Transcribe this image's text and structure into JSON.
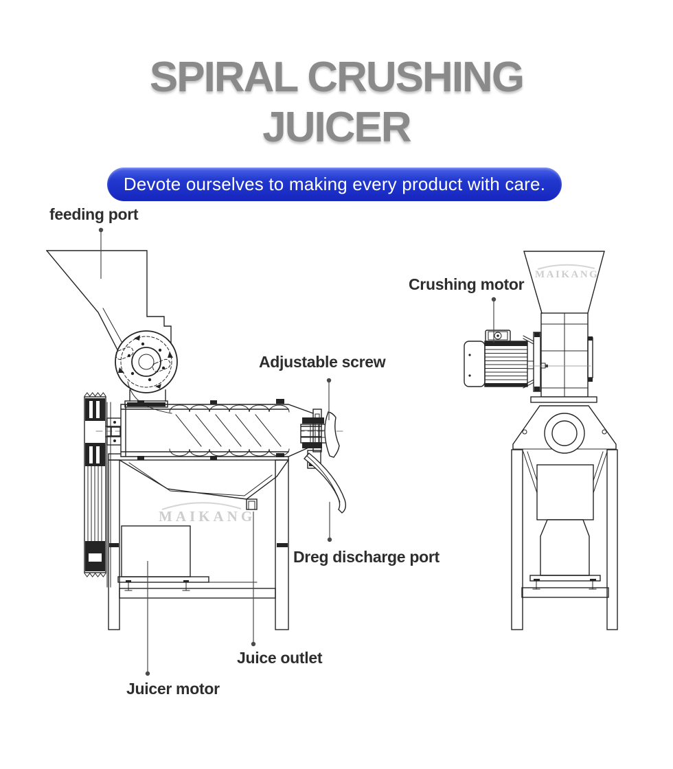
{
  "page": {
    "background": "#ffffff"
  },
  "header": {
    "title_line1": "SPIRAL CRUSHING",
    "title_line2": "JUICER",
    "title_color": "#8a8a8a",
    "banner_text": "Devote ourselves to making every product with care.",
    "banner_color": "#1b2cc3",
    "banner_text_color": "#ffffff"
  },
  "diagram": {
    "watermark": "MAIKANG",
    "line_color": "#242424",
    "leader_color": "#4a4a4a",
    "watermark_color": "#cdcdcd",
    "label_color": "#2d2d2d",
    "labels": [
      {
        "id": "feeding-port",
        "text": "feeding port"
      },
      {
        "id": "crushing-motor",
        "text": "Crushing motor"
      },
      {
        "id": "adjustable-screw",
        "text": "Adjustable screw"
      },
      {
        "id": "dreg-discharge-port",
        "text": "Dreg discharge port"
      },
      {
        "id": "juice-outlet",
        "text": "Juice outlet"
      },
      {
        "id": "juicer-motor",
        "text": "Juicer motor"
      }
    ]
  }
}
